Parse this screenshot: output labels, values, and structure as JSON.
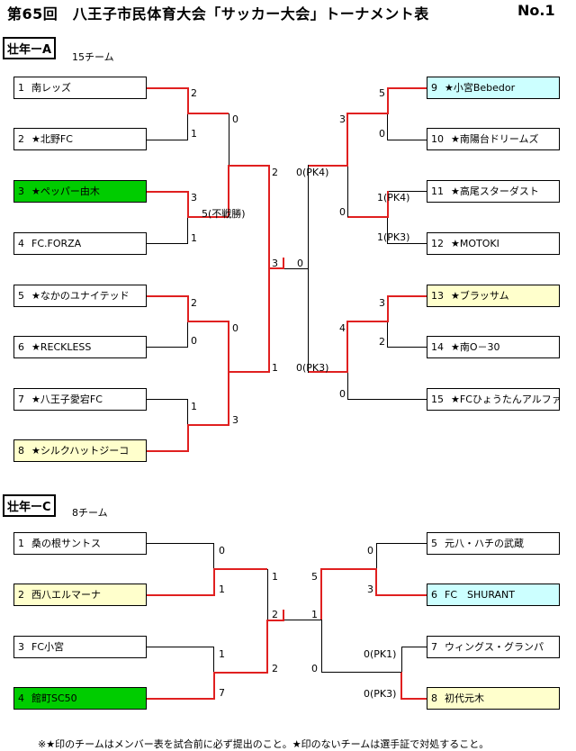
{
  "title": "第65回　八王子市民体育大会「サッカー大会」トーナメント表",
  "doc_no": "No.1",
  "divA": {
    "label": "壮年ーA",
    "count": "15チーム",
    "teams": [
      {
        "num": "1",
        "name": "南レッズ"
      },
      {
        "num": "2",
        "name": "★北野FC"
      },
      {
        "num": "3",
        "name": "★ペッパー由木"
      },
      {
        "num": "4",
        "name": "FC.FORZA"
      },
      {
        "num": "5",
        "name": "★なかのユナイテッド"
      },
      {
        "num": "6",
        "name": "★RECKLESS"
      },
      {
        "num": "7",
        "name": "★八王子愛宕FC"
      },
      {
        "num": "8",
        "name": "★シルクハットジーコ"
      },
      {
        "num": "9",
        "name": "★小宮Bebedor"
      },
      {
        "num": "10",
        "name": "★南陽台ドリームズ"
      },
      {
        "num": "11",
        "name": "★高尾スターダスト"
      },
      {
        "num": "12",
        "name": "★MOTOKI"
      },
      {
        "num": "13",
        "name": "★ブラッサム"
      },
      {
        "num": "14",
        "name": "★南O－30"
      },
      {
        "num": "15",
        "name": "★FCひょうたんアルファ"
      }
    ],
    "scores": [
      "2",
      "1",
      "0",
      "3",
      "1",
      "5(不戦勝)",
      "2",
      "0",
      "1",
      "3",
      "2",
      "3",
      "1",
      "0",
      "5",
      "0",
      "3",
      "0",
      "1(PK4)",
      "1(PK3)",
      "0(PK4)",
      "3",
      "2",
      "4",
      "0",
      "0(PK3)",
      "0"
    ]
  },
  "divC": {
    "label": "壮年ーC",
    "count": "8チーム",
    "teams": [
      {
        "num": "1",
        "name": "桑の根サントス"
      },
      {
        "num": "2",
        "name": "西八エルマーナ"
      },
      {
        "num": "3",
        "name": "FC小宮"
      },
      {
        "num": "4",
        "name": "館町SC50"
      },
      {
        "num": "5",
        "name": "元八・ハチの武蔵"
      },
      {
        "num": "6",
        "name": "FC　SHURANT"
      },
      {
        "num": "7",
        "name": "ウィングス・グランパ"
      },
      {
        "num": "8",
        "name": "初代元木"
      }
    ],
    "scores": [
      "0",
      "1",
      "1",
      "7",
      "1",
      "2",
      "2",
      "1",
      "0",
      "3",
      "5",
      "0(PK1)",
      "0(PK3)",
      "0"
    ]
  },
  "footer": "※★印のチームはメンバー表を試合前に必ず提出のこと。★印のないチームは選手証で対処すること。",
  "colors": {
    "winner_line": "#e02020",
    "green": "#00cc00",
    "yellow": "#ffffcc",
    "cyan": "#ccffff"
  }
}
